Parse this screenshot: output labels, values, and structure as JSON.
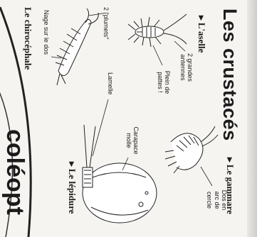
{
  "title": "Les crustacés",
  "sections": {
    "aselle": {
      "heading": "▸ L'aselle",
      "labels": [
        "2 grandes antennes",
        "Plein de pattes !"
      ]
    },
    "gammare": {
      "heading": "▸ Le gammare",
      "labels": [
        "Dos en arc de cercle"
      ]
    },
    "lepidure": {
      "heading": "▸ Le lépidure",
      "labels": [
        "Carapace molle",
        "Lamelle"
      ]
    },
    "chirocephale": {
      "heading": "Le chirocéphale",
      "labels": [
        "2 \"plumets\"",
        "Nage sur le dos"
      ]
    }
  },
  "next_section_word": "coléopt"
}
